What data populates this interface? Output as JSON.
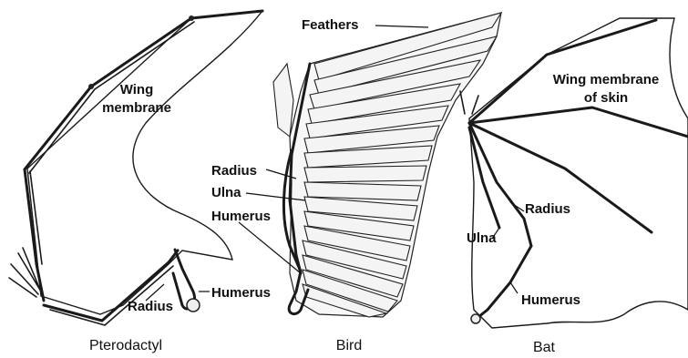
{
  "diagram": {
    "wings": [
      {
        "caption": "Pterodactyl",
        "labels": {
          "membrane": [
            "Wing",
            "membrane"
          ],
          "radius": "Radius",
          "humerus": "Humerus"
        }
      },
      {
        "caption": "Bird",
        "labels": {
          "feathers": "Feathers",
          "radius": "Radius",
          "ulna": "Ulna",
          "humerus": "Humerus"
        }
      },
      {
        "caption": "Bat",
        "labels": {
          "membrane": [
            "Wing membrane",
            "of skin"
          ],
          "radius": "Radius",
          "ulna": "Ulna",
          "humerus": "Humerus"
        }
      }
    ]
  }
}
